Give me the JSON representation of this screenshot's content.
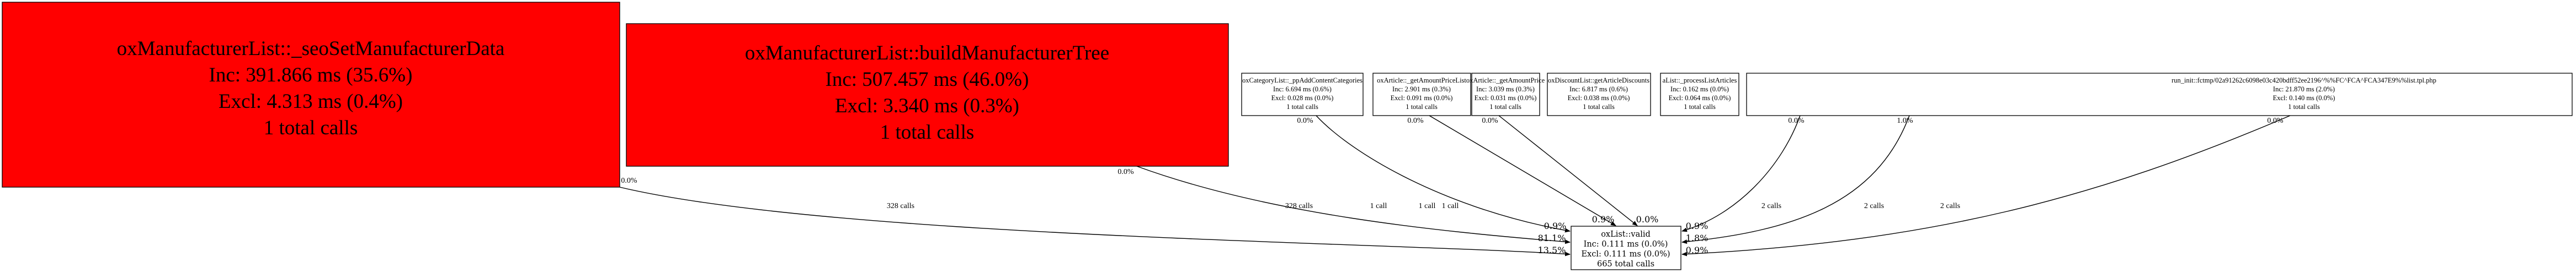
{
  "colors": {
    "hot": "#ff0000",
    "normal": "#ffffff",
    "stroke": "#000000"
  },
  "nodes": [
    {
      "name": "oxManufacturerList::_seoSetManufacturerData",
      "inc": "Inc: 391.866 ms (35.6%)",
      "excl": "Excl: 4.313 ms (0.4%)",
      "calls": "1 total calls"
    },
    {
      "name": "oxManufacturerList::buildManufacturerTree",
      "inc": "Inc: 507.457 ms (46.0%)",
      "excl": "Excl: 3.340 ms (0.3%)",
      "calls": "1 total calls"
    },
    {
      "name": "oxCategoryList::_ppAddContentCategories",
      "inc": "Inc: 6.694 ms (0.6%)",
      "excl": "Excl: 0.028 ms (0.0%)",
      "calls": "1 total calls"
    },
    {
      "name": "oxArticle::_getAmountPriceList",
      "inc": "Inc: 2.901 ms (0.3%)",
      "excl": "Excl: 0.091 ms (0.0%)",
      "calls": "1 total calls"
    },
    {
      "name": "oxArticle::_getAmountPrice",
      "inc": "Inc: 3.039 ms (0.3%)",
      "excl": "Excl: 0.031 ms (0.0%)",
      "calls": "1 total calls"
    },
    {
      "name": "oxDiscountList::getArticleDiscounts",
      "inc": "Inc: 6.817 ms (0.6%)",
      "excl": "Excl: 0.038 ms (0.0%)",
      "calls": "1 total calls"
    },
    {
      "name": "aList::_processListArticles",
      "inc": "Inc: 0.162 ms (0.0%)",
      "excl": "Excl: 0.064 ms (0.0%)",
      "calls": "1 total calls"
    },
    {
      "name": "run_init::fctmp/02a91262c6098e03c420bdff52ee2196^%%FC^FCA^FCA347E9%%list.tpl.php",
      "inc": "Inc: 21.870 ms (2.0%)",
      "excl": "Excl: 0.140 ms (0.0%)",
      "calls": "1 total calls"
    }
  ],
  "target": {
    "name": "oxList::valid",
    "inc": "Inc: 0.111 ms (0.0%)",
    "excl": "Excl: 0.111 ms (0.0%)",
    "calls": "665 total calls"
  },
  "edges": [
    {
      "calls": "328 calls",
      "src_pct": "0.0%",
      "dst_pct": "13.5%"
    },
    {
      "calls": "328 calls",
      "src_pct": "0.0%",
      "dst_pct": "81.1%"
    },
    {
      "calls": "1 call",
      "src_pct": "0.0%",
      "dst_pct": "0.9%"
    },
    {
      "calls": "1 call",
      "src_pct": "0.0%",
      "dst_pct": "0.9%"
    },
    {
      "calls": "1 call",
      "src_pct": "0.0%",
      "dst_pct": "0.0%"
    },
    {
      "calls": "2 calls",
      "src_pct": "0.0%",
      "dst_pct": "0.9%"
    },
    {
      "calls": "2 calls",
      "src_pct": "1.0%",
      "dst_pct": "1.8%"
    },
    {
      "calls": "2 calls",
      "src_pct": "0.0%",
      "dst_pct": "0.9%"
    }
  ]
}
